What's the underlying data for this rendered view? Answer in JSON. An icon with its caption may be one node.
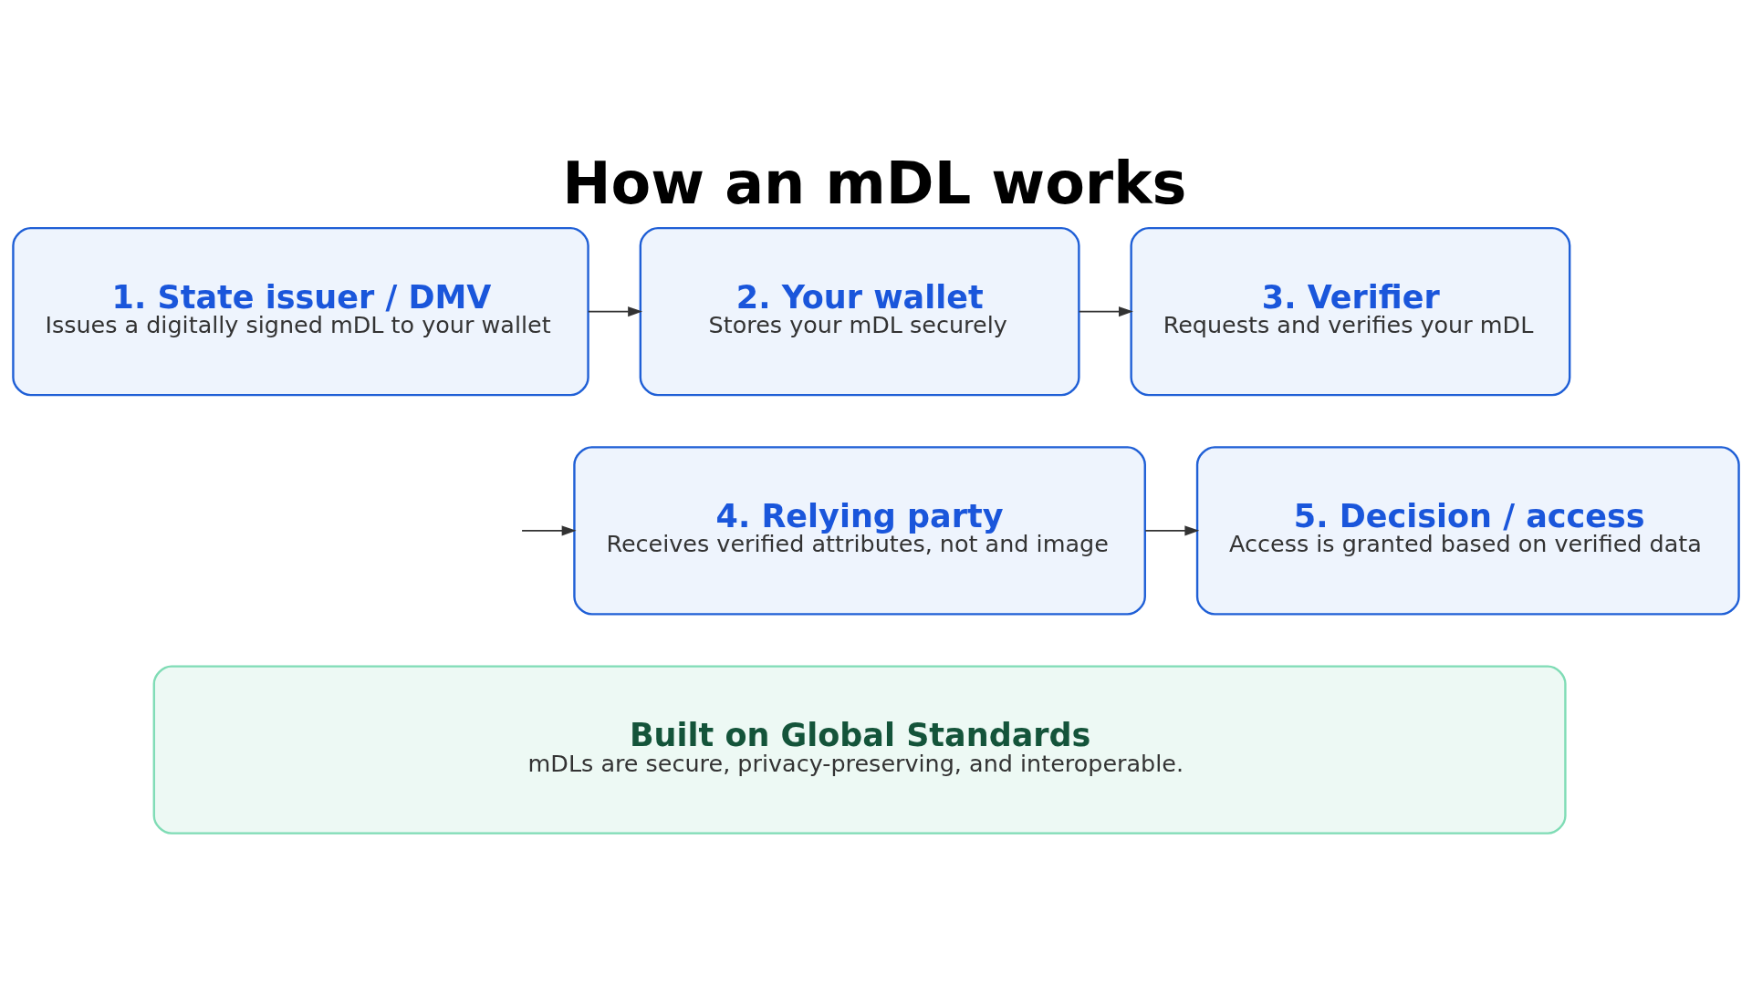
{
  "diagram": {
    "title": "How an mDL works",
    "nodes": [
      {
        "text": [
          "1. State issuer / DMV",
          "Issues a digitally signed mDL to your wallet"
        ]
      },
      {
        "text": [
          "2. Your wallet",
          "Stores your mDL securely"
        ]
      },
      {
        "text": [
          "3. Verifier",
          "Requests and verifies your mDL"
        ]
      },
      {
        "text": [
          "4. Relying party",
          "Receives verified attributes, not and image"
        ]
      },
      {
        "text": [
          "5. Decision / access",
          "Access is granted based on verified data"
        ]
      },
      {
        "text": [
          "Built on Global Standards",
          "mDLs are secure, privacy-preserving, and interoperable."
        ]
      }
    ],
    "edges": [
      {
        "from": 0,
        "to": 1,
        "arrow": "to"
      },
      {
        "from": 1,
        "to": 2,
        "arrow": "to"
      },
      {
        "from": null,
        "to": 3,
        "arrow": "to"
      },
      {
        "from": 3,
        "to": 4,
        "arrow": "to"
      }
    ]
  }
}
